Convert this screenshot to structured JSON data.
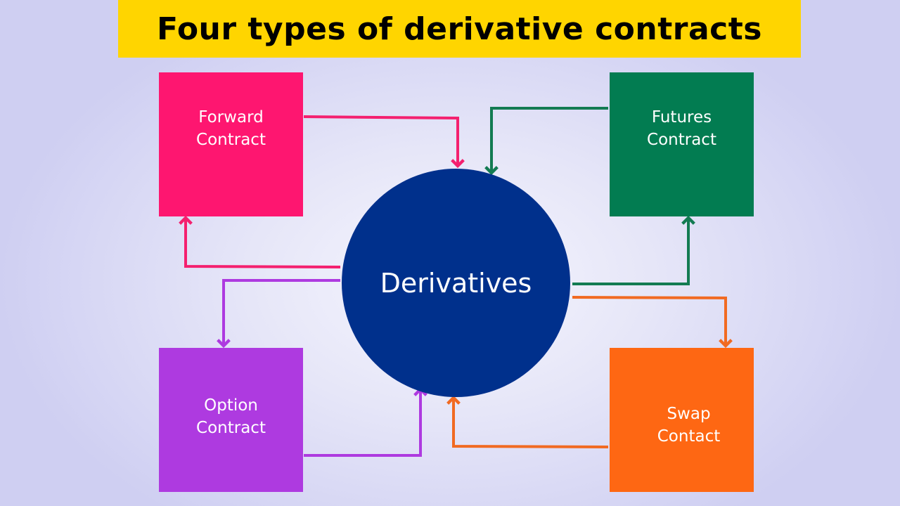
{
  "title": "Four types of derivative contracts",
  "center": {
    "label": "Derivatives",
    "color": "#00308c"
  },
  "boxes": {
    "forward": {
      "label": "Forward\nContract",
      "color": "#fe1670"
    },
    "futures": {
      "label": "Futures\nContract",
      "color": "#027c51"
    },
    "option": {
      "label": "Option\nContract",
      "color": "#ae3ae0"
    },
    "swap": {
      "label": "Swap\nContact",
      "color": "#fe6713"
    }
  },
  "colors": {
    "banner": "#ffd500",
    "background": "#e6e6f8"
  }
}
